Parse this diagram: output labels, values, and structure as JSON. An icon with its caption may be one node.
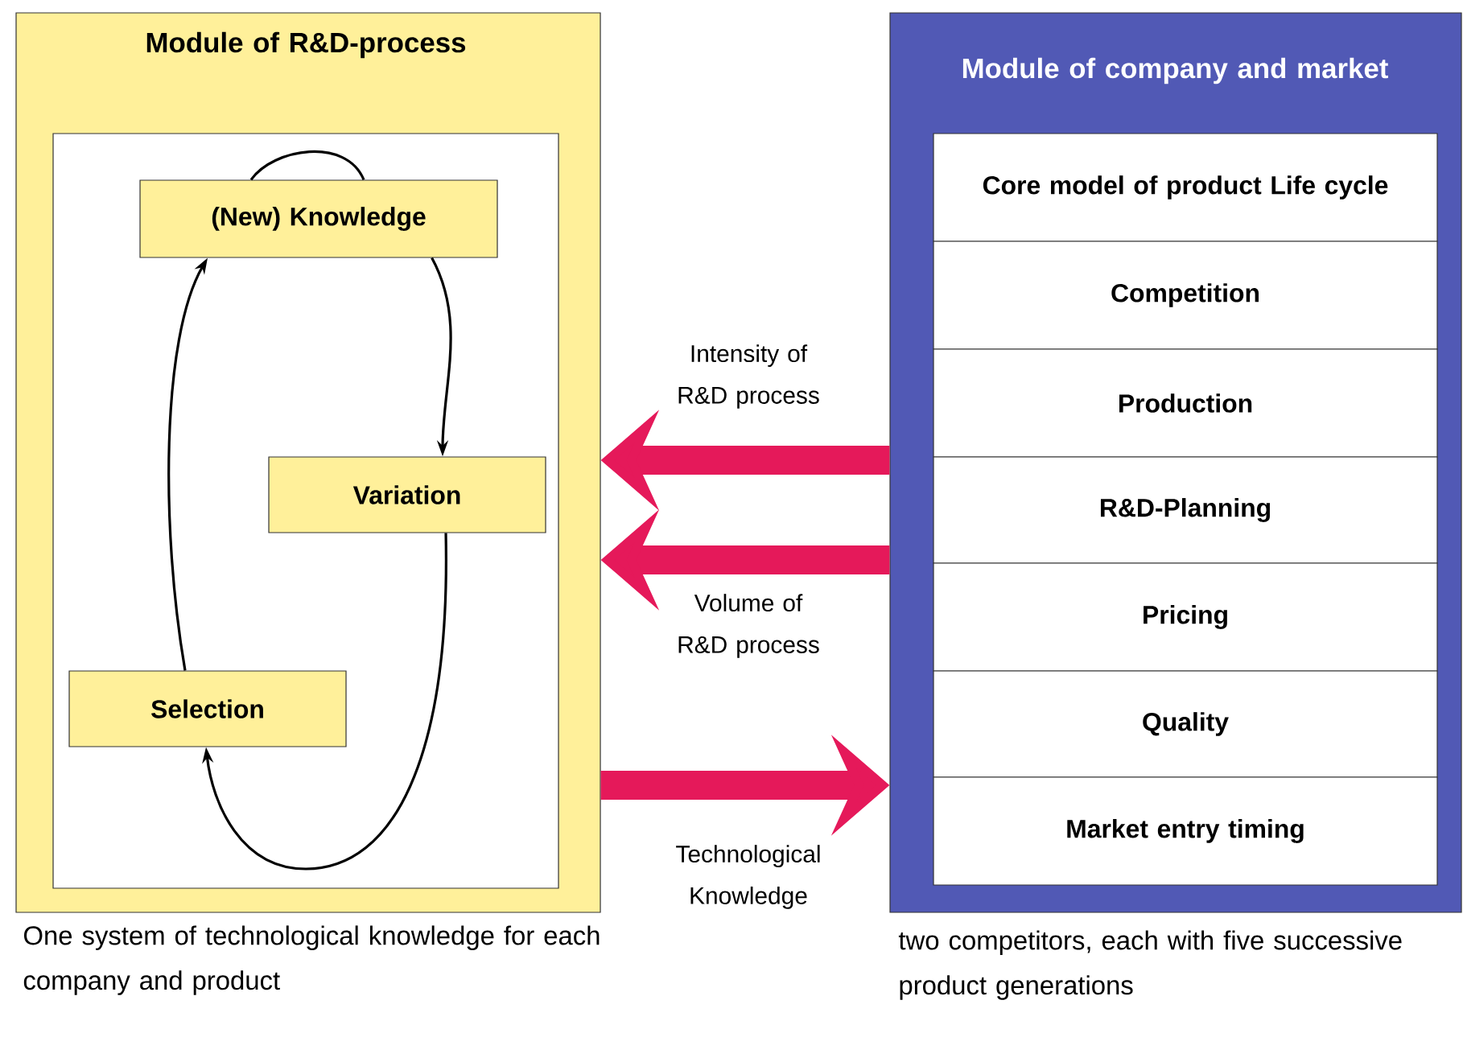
{
  "diagram": {
    "nodes": [
      {
        "text": [
          "Module of R&D-process"
        ],
        "beside": [
          "One system of technological knowledge for each company and product"
        ]
      },
      {
        "text": [],
        "shape": "box",
        "in": 0
      },
      {
        "text": [
          "(New) Knowledge"
        ],
        "in": 1
      },
      {
        "text": [
          "Variation"
        ],
        "in": 1
      },
      {
        "text": [
          "Selection"
        ],
        "in": 1
      },
      {
        "text": [
          "Module of company and market"
        ],
        "beside": [
          "two competitors, each with five successive product generations"
        ]
      },
      {
        "text": [
          "Core model of product Life cycle"
        ],
        "in": 5
      },
      {
        "text": [
          "Competition"
        ],
        "in": 5
      },
      {
        "text": [
          "Production"
        ],
        "in": 5
      },
      {
        "text": [
          "R&D-Planning"
        ],
        "in": 5
      },
      {
        "text": [
          "Pricing"
        ],
        "in": 5
      },
      {
        "text": [
          "Quality"
        ],
        "in": 5
      },
      {
        "text": [
          "Market entry timing"
        ],
        "in": 5
      }
    ],
    "edges": [
      {
        "from": 2,
        "to": 3,
        "arrow": "to"
      },
      {
        "from": 3,
        "to": 4,
        "arrow": "to"
      },
      {
        "from": 4,
        "to": 2,
        "arrow": "to"
      },
      {
        "from": 2,
        "to": 2,
        "arrow": "none"
      },
      {
        "from": 5,
        "to": 0,
        "arrow": "to",
        "label": "Intensity of R&D process",
        "style": "thick",
        "color": "#e5195a"
      },
      {
        "from": 5,
        "to": 0,
        "arrow": "to",
        "label": "Volume of R&D process",
        "style": "thick",
        "color": "#e5195a"
      },
      {
        "from": 0,
        "to": 5,
        "arrow": "to",
        "label": "Technological Knowledge",
        "style": "thick",
        "color": "#e5195a"
      }
    ]
  }
}
